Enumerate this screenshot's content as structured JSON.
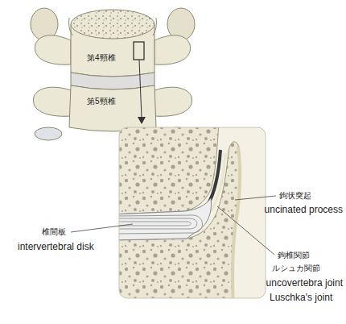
{
  "diagram": {
    "labels": [
      "第4頸椎",
      "第5頸椎",
      "鉤状突起",
      "uncinated process",
      "椎間板",
      "intervertebral disk",
      "鉤椎関節",
      "ルシュカ関節",
      "uncovertebra joint",
      "Luschka's joint"
    ]
  }
}
